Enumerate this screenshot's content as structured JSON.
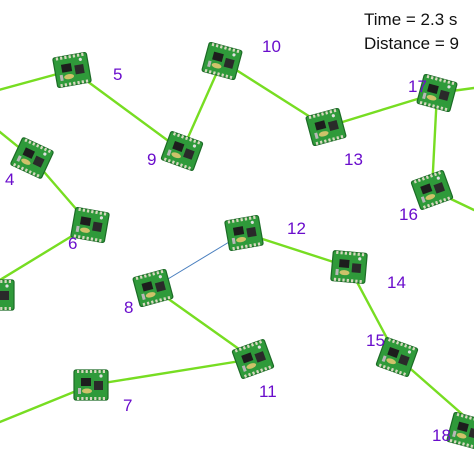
{
  "info": {
    "time": "Time = 2.3 s",
    "distance": "Distance = 9"
  },
  "nodes": [
    {
      "id": "5",
      "label": "5"
    },
    {
      "id": "10",
      "label": "10"
    },
    {
      "id": "9",
      "label": "9"
    },
    {
      "id": "13",
      "label": "13"
    },
    {
      "id": "17",
      "label": "17"
    },
    {
      "id": "16",
      "label": "16"
    },
    {
      "id": "4",
      "label": "4"
    },
    {
      "id": "6",
      "label": "6"
    },
    {
      "id": "12",
      "label": "12"
    },
    {
      "id": "14",
      "label": "14"
    },
    {
      "id": "8",
      "label": "8"
    },
    {
      "id": "15",
      "label": "15"
    },
    {
      "id": "11",
      "label": "11"
    },
    {
      "id": "7",
      "label": "7"
    },
    {
      "id": "18",
      "label": "18"
    },
    {
      "id": "L",
      "label": ""
    }
  ],
  "links": [
    {
      "from": "5",
      "to": "9",
      "type": "solid"
    },
    {
      "from": "9",
      "to": "10",
      "type": "solid"
    },
    {
      "from": "10",
      "to": "13",
      "type": "solid"
    },
    {
      "from": "13",
      "to": "17",
      "type": "solid"
    },
    {
      "from": "17",
      "to": "16",
      "type": "solid"
    },
    {
      "from": "4",
      "to": "6",
      "type": "solid"
    },
    {
      "from": "12",
      "to": "14",
      "type": "solid"
    },
    {
      "from": "14",
      "to": "15",
      "type": "solid"
    },
    {
      "from": "8",
      "to": "11",
      "type": "solid"
    },
    {
      "from": "11",
      "to": "7",
      "type": "solid"
    },
    {
      "from": "8",
      "to": "12",
      "type": "thin"
    }
  ],
  "colors": {
    "link": "#77dd22",
    "thin_link": "#4a7fbf",
    "label": "#6a0dcc",
    "board": "#2f9a3a",
    "board_dark": "#1c6b26"
  }
}
